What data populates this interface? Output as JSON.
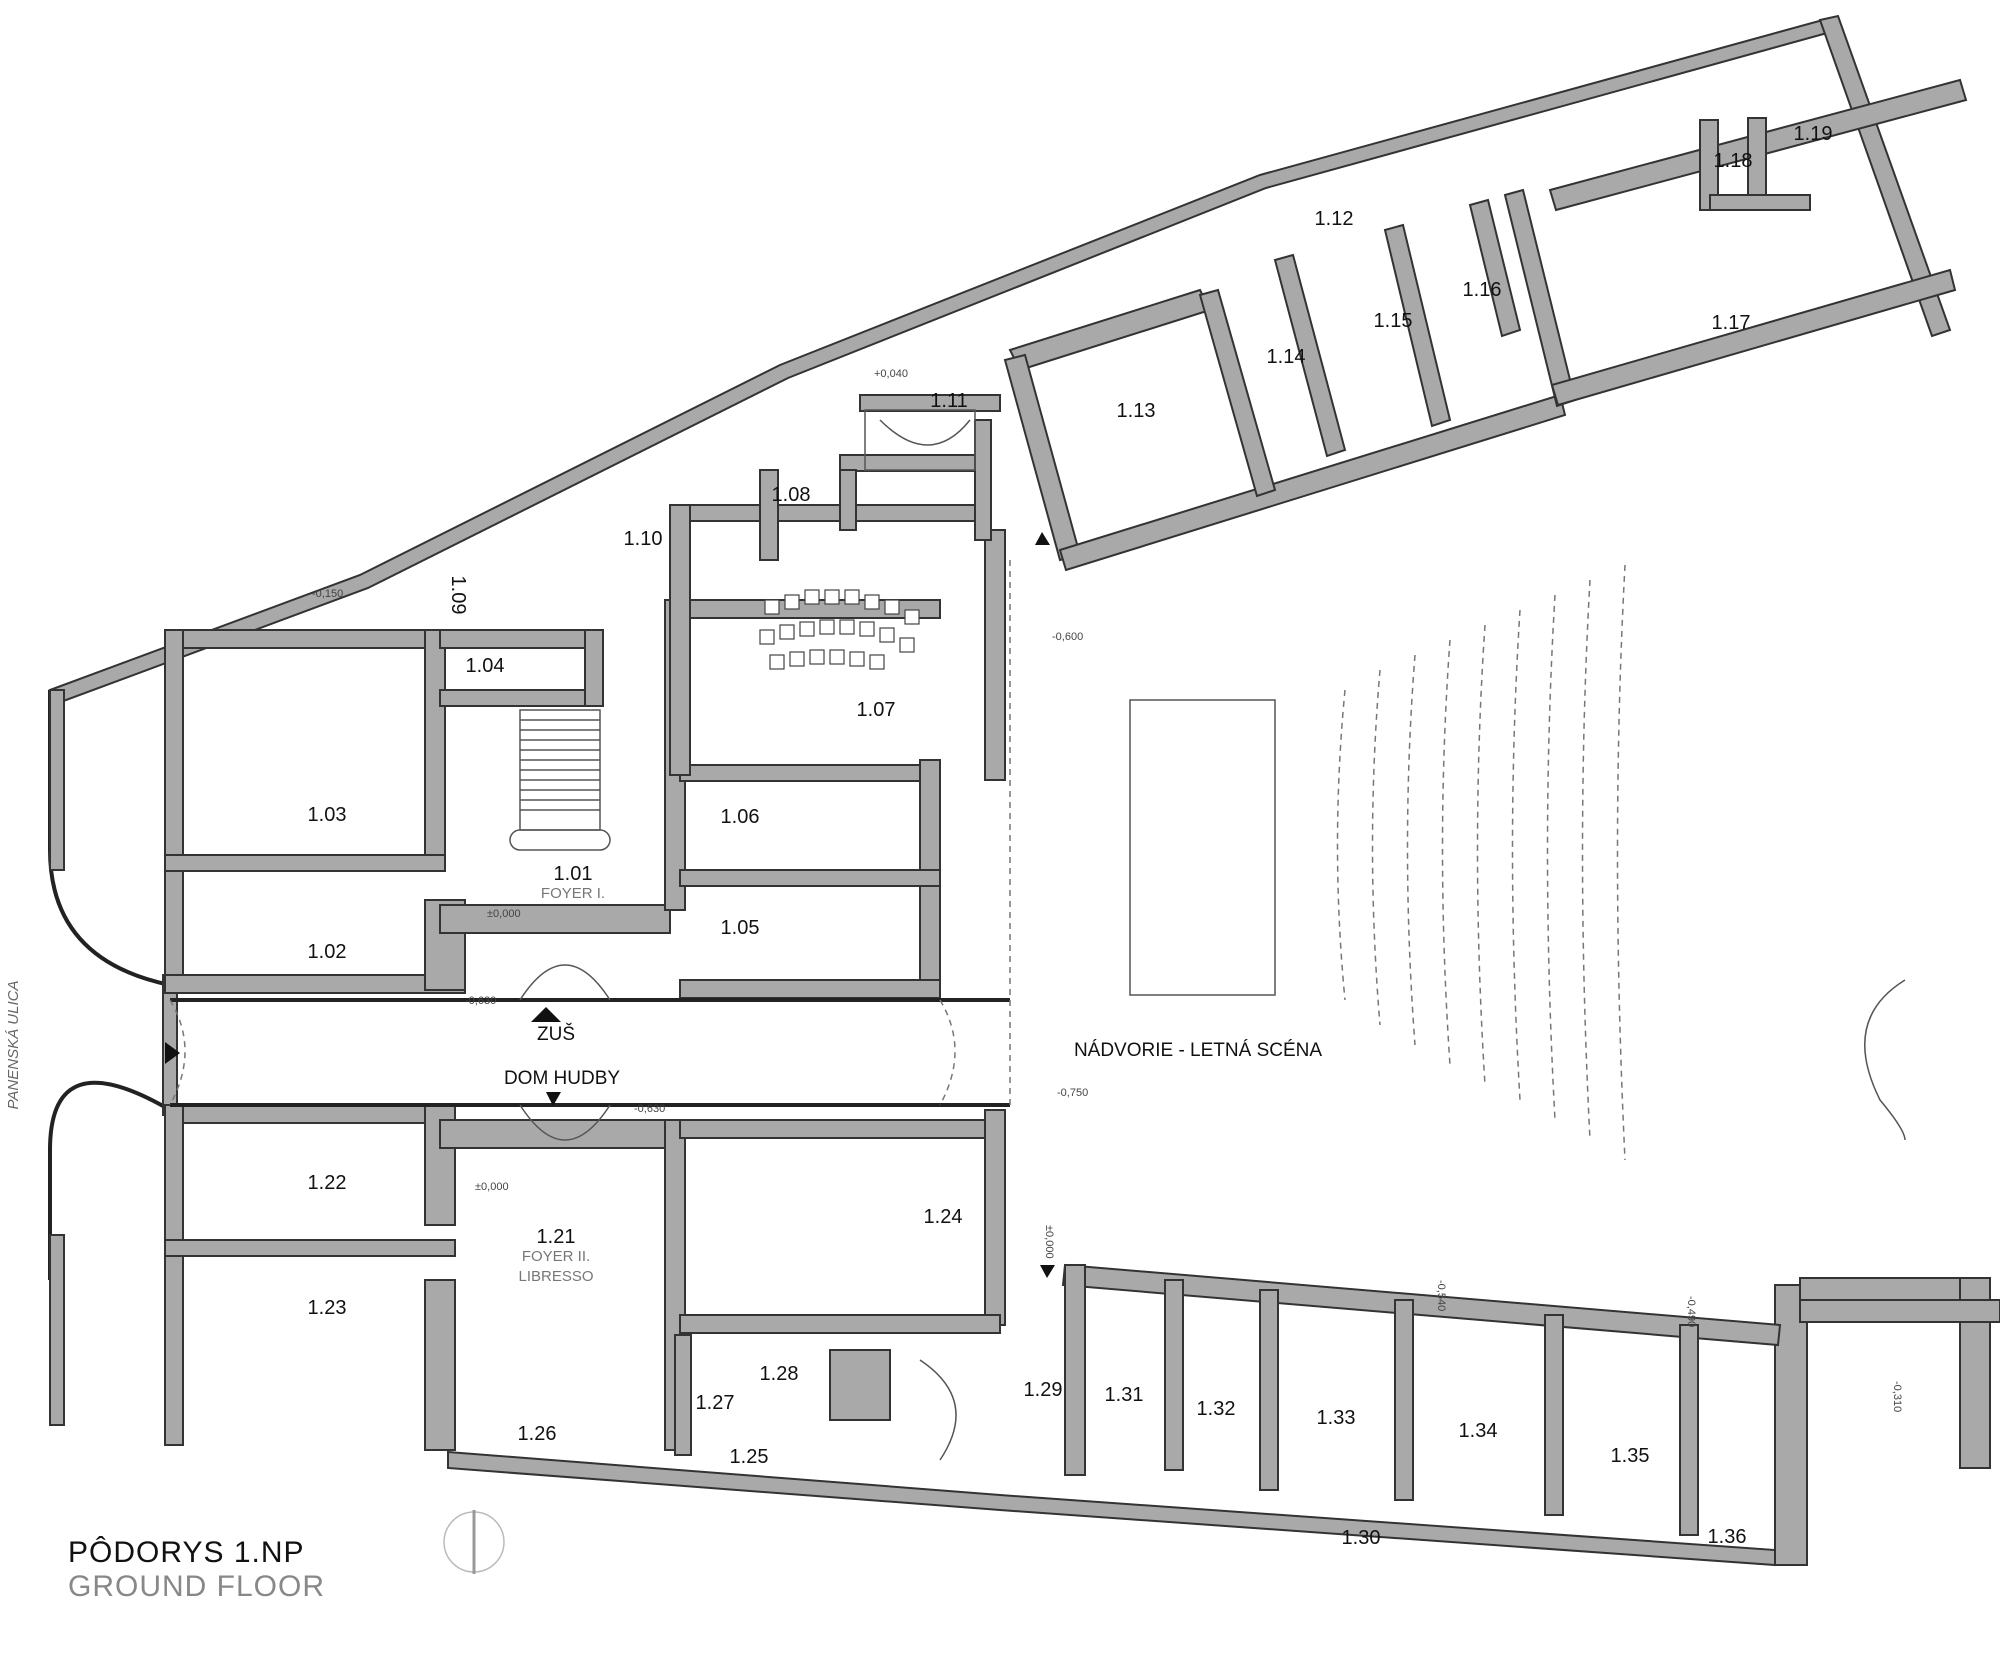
{
  "title": {
    "sk": "PÔDORYS  1.NP",
    "en": "GROUND FLOOR"
  },
  "street": "PANENSKÁ ULICA",
  "courtyard": "NÁDVORIE - LETNÁ SCÉNA",
  "entrances": {
    "zus": "ZUŠ",
    "dom_hudby": "DOM HUDBY"
  },
  "rooms": {
    "r101": "1.01",
    "r101_sub": "FOYER I.",
    "r102": "1.02",
    "r103": "1.03",
    "r104": "1.04",
    "r105": "1.05",
    "r106": "1.06",
    "r107": "1.07",
    "r108": "1.08",
    "r109": "1.09",
    "r110": "1.10",
    "r111": "1.11",
    "r112": "1.12",
    "r113": "1.13",
    "r114": "1.14",
    "r115": "1.15",
    "r116": "1.16",
    "r117": "1.17",
    "r118": "1.18",
    "r119": "1.19",
    "r121": "1.21",
    "r121_sub1": "FOYER II.",
    "r121_sub2": "LIBRESSO",
    "r122": "1.22",
    "r123": "1.23",
    "r124": "1.24",
    "r125": "1.25",
    "r126": "1.26",
    "r127": "1.27",
    "r128": "1.28",
    "r129": "1.29",
    "r130": "1.30",
    "r131": "1.31",
    "r132": "1.32",
    "r133": "1.33",
    "r134": "1.34",
    "r135": "1.35",
    "r136": "1.36"
  },
  "levels": {
    "l1": "-0,150",
    "l2": "+0,040",
    "l3": "-0,600",
    "l4": "±0,000",
    "l5": "-0,630",
    "l6": "-0,630",
    "l7": "±0,000",
    "l8": "-0,750",
    "l9": "±0,000",
    "l10": "-0,540",
    "l11": "-0,490",
    "l12": "-0,310"
  }
}
